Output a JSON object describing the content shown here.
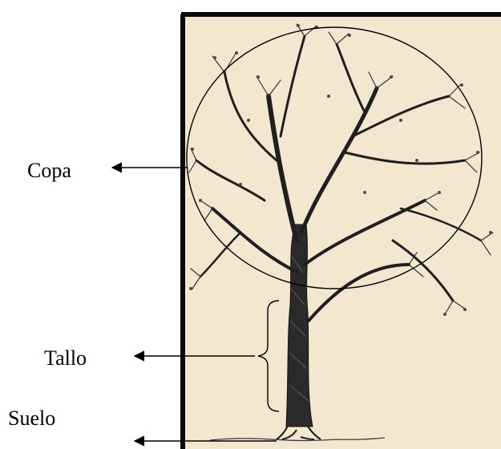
{
  "labels": {
    "copa": "Copa",
    "tallo": "Tallo",
    "suelo": "Suelo"
  },
  "colors": {
    "paper": "#f3e7cf",
    "ink": "#1a1a1a",
    "frame": "#0a0a0a",
    "arrow": "#000000"
  }
}
